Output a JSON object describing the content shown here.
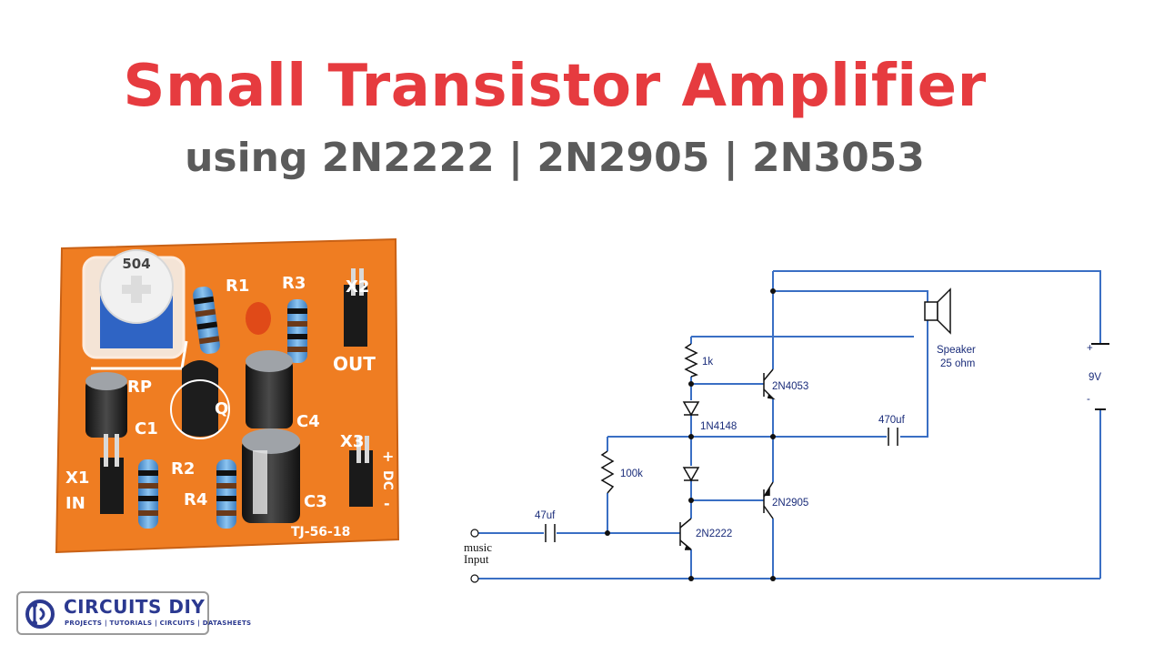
{
  "header": {
    "title": "Small Transistor Amplifier",
    "subtitle": "using 2N2222 | 2N2905 | 2N3053"
  },
  "pcb": {
    "trimmer_code": "504",
    "labels": {
      "r1": "R1",
      "r3": "R3",
      "x2": "X2",
      "out": "OUT",
      "rp": "RP",
      "q": "Q",
      "c1": "C1",
      "c4": "C4",
      "x3": "X3",
      "dc_plus": "+",
      "dc": "DC",
      "dc_minus": "-",
      "x1": "X1",
      "in": "IN",
      "r2": "R2",
      "r4": "R4",
      "c3": "C3",
      "board_id": "TJ-56-18"
    }
  },
  "schematic": {
    "resistor_1k": "1k",
    "transistor_top": "2N4053",
    "diode": "1N4148",
    "resistor_100k": "100k",
    "transistor_mid": "2N2905",
    "transistor_input": "2N2222",
    "cap_input": "47uf",
    "cap_output": "470uf",
    "speaker_label": "Speaker",
    "speaker_impedance": "25 ohm",
    "supply_plus": "+",
    "supply_voltage": "9V",
    "supply_minus": "-",
    "input_line1": "music",
    "input_line2": "Input"
  },
  "logo": {
    "name": "CIRCUITS DIY",
    "tagline": "PROJECTS | TUTORIALS | CIRCUITS | DATASHEETS"
  },
  "colors": {
    "title_red": "#e63b3f",
    "subtitle_gray": "#5b5b5b",
    "wire_blue": "#3a6fc4",
    "pcb_orange": "#ef7d22",
    "logo_blue": "#2b3990"
  }
}
